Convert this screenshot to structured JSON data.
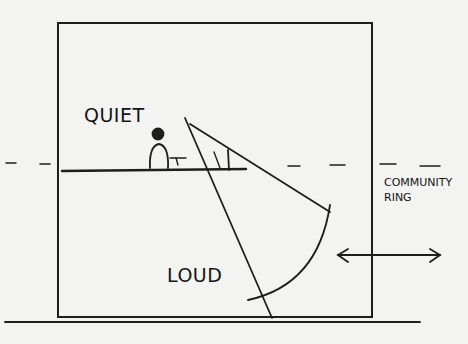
{
  "diagram": {
    "nodes": [
      {
        "text": [
          "QUIET",
          "LOUD"
        ]
      }
    ],
    "labels": [
      "COMMUNITY RING"
    ]
  }
}
